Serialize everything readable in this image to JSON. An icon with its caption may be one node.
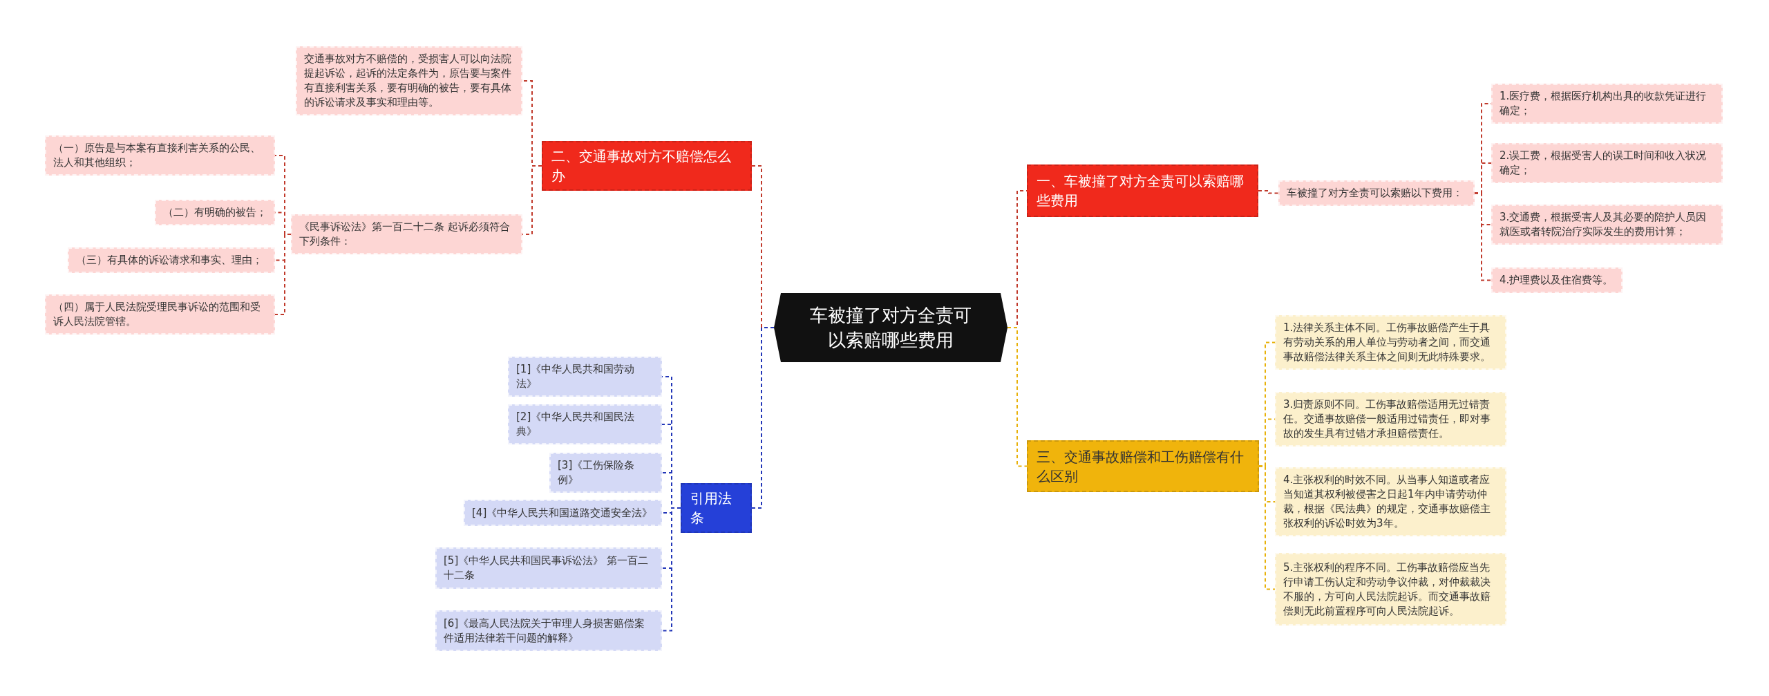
{
  "diagram": {
    "nodes": [
      {
        "text": [
          "车被撞了对方全责可以索赔哪些费用"
        ]
      },
      {
        "text": [
          "一、车被撞了对方全责可以索赔哪些费用"
        ]
      },
      {
        "text": [
          "车被撞了对方全责可以索赔以下费用："
        ]
      },
      {
        "text": [
          "1.医疗费，根据医疗机构出具的收款凭证进行确定；"
        ]
      },
      {
        "text": [
          "2.误工费，根据受害人的误工时间和收入状况确定；"
        ]
      },
      {
        "text": [
          "3.交通费，根据受害人及其必要的陪护人员因就医或者转院治疗实际发生的费用计算；"
        ]
      },
      {
        "text": [
          "4.护理费以及住宿费等。"
        ]
      },
      {
        "text": [
          "三、交通事故赔偿和工伤赔偿有什么区别"
        ]
      },
      {
        "text": [
          "1.法律关系主体不同。工伤事故赔偿产生于具有劳动关系的用人单位与劳动者之间，而交通事故赔偿法律关系主体之间则无此特殊要求。"
        ]
      },
      {
        "text": [
          "3.归责原则不同。工伤事故赔偿适用无过错责任。交通事故赔偿一般适用过错责任，即对事故的发生具有过错才承担赔偿责任。"
        ]
      },
      {
        "text": [
          "4.主张权利的时效不同。从当事人知道或者应当知道其权利被侵害之日起1年内申请劳动仲裁，根据《民法典》的规定，交通事故赔偿主张权利的诉讼时效为3年。"
        ]
      },
      {
        "text": [
          "5.主张权利的程序不同。工伤事故赔偿应当先行申请工伤认定和劳动争议仲裁，对仲裁裁决不服的，方可向人民法院起诉。而交通事故赔偿则无此前置程序可向人民法院起诉。"
        ]
      },
      {
        "text": [
          "二、交通事故对方不赔偿怎么办"
        ]
      },
      {
        "text": [
          "交通事故对方不赔偿的，受损害人可以向法院提起诉讼，起诉的法定条件为，原告要与案件有直接利害关系，要有明确的被告，要有具体的诉讼请求及事实和理由等。"
        ]
      },
      {
        "text": [
          "《民事诉讼法》第一百二十二条 起诉必须符合下列条件："
        ]
      },
      {
        "text": [
          "（一）原告是与本案有直接利害关系的公民、法人和其他组织；"
        ]
      },
      {
        "text": [
          "（二）有明确的被告；"
        ]
      },
      {
        "text": [
          "（三）有具体的诉讼请求和事实、理由；"
        ]
      },
      {
        "text": [
          "（四）属于人民法院受理民事诉讼的范围和受诉人民法院管辖。"
        ]
      },
      {
        "text": [
          "引用法条"
        ]
      },
      {
        "text": [
          "[1]《中华人民共和国劳动法》"
        ]
      },
      {
        "text": [
          "[2]《中华人民共和国民法典》"
        ]
      },
      {
        "text": [
          "[3]《工伤保险条例》"
        ]
      },
      {
        "text": [
          "[4]《中华人民共和国道路交通安全法》"
        ]
      },
      {
        "text": [
          "[5]《中华人民共和国民事诉讼法》 第一百二十二条"
        ]
      },
      {
        "text": [
          "[6]《最高人民法院关于审理人身损害赔偿案件适用法律若干问题的解释》"
        ]
      }
    ],
    "edges": [
      {
        "from": 0,
        "to": 1,
        "arrow": "none"
      },
      {
        "from": 1,
        "to": 2,
        "arrow": "none"
      },
      {
        "from": 2,
        "to": 3,
        "arrow": "none"
      },
      {
        "from": 2,
        "to": 4,
        "arrow": "none"
      },
      {
        "from": 2,
        "to": 5,
        "arrow": "none"
      },
      {
        "from": 2,
        "to": 6,
        "arrow": "none"
      },
      {
        "from": 0,
        "to": 7,
        "arrow": "none",
        "color": "#e8b10a"
      },
      {
        "from": 7,
        "to": 8,
        "arrow": "none",
        "color": "#e8b10a"
      },
      {
        "from": 7,
        "to": 9,
        "arrow": "none",
        "color": "#e8b10a"
      },
      {
        "from": 7,
        "to": 10,
        "arrow": "none",
        "color": "#e8b10a"
      },
      {
        "from": 7,
        "to": 11,
        "arrow": "none",
        "color": "#e8b10a"
      },
      {
        "from": 0,
        "to": 12,
        "arrow": "none"
      },
      {
        "from": 12,
        "to": 13,
        "arrow": "none"
      },
      {
        "from": 12,
        "to": 14,
        "arrow": "none"
      },
      {
        "from": 14,
        "to": 15,
        "arrow": "none"
      },
      {
        "from": 14,
        "to": 16,
        "arrow": "none"
      },
      {
        "from": 14,
        "to": 17,
        "arrow": "none"
      },
      {
        "from": 14,
        "to": 18,
        "arrow": "none"
      },
      {
        "from": 0,
        "to": 19,
        "arrow": "none",
        "color": "#2236b8"
      },
      {
        "from": 19,
        "to": 20,
        "arrow": "none",
        "color": "#2236b8"
      },
      {
        "from": 19,
        "to": 21,
        "arrow": "none",
        "color": "#2236b8"
      },
      {
        "from": 19,
        "to": 22,
        "arrow": "none",
        "color": "#2236b8"
      },
      {
        "from": 19,
        "to": 23,
        "arrow": "none",
        "color": "#2236b8"
      },
      {
        "from": 19,
        "to": 24,
        "arrow": "none",
        "color": "#2236b8"
      },
      {
        "from": 19,
        "to": 25,
        "arrow": "none",
        "color": "#2236b8"
      }
    ]
  }
}
